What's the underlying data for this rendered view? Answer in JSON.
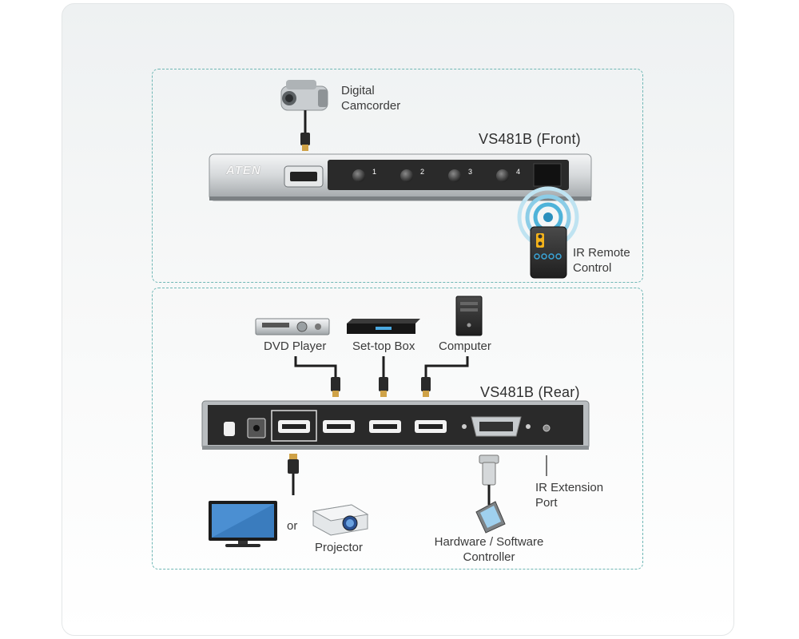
{
  "front": {
    "title": "VS481B (Front)",
    "camcorder_label": [
      "Digital",
      "Camcorder"
    ],
    "ir_remote_label": [
      "IR Remote",
      "Control"
    ],
    "logo": "ATEN",
    "buttons": [
      "1",
      "2",
      "3",
      "4"
    ]
  },
  "rear": {
    "title": "VS481B (Rear)",
    "sources": [
      "DVD Player",
      "Set-top Box",
      "Computer"
    ],
    "display_or": "or",
    "projector_label": "Projector",
    "controller_label": [
      "Hardware / Software",
      "Controller"
    ],
    "ir_extension_label": [
      "IR Extension",
      "Port"
    ]
  },
  "colors": {
    "panel_border": "#6fb7b5",
    "device_silver": "#c8ccce",
    "device_dark": "#2c2c2c",
    "ir_wave": "#4fb3d9"
  }
}
